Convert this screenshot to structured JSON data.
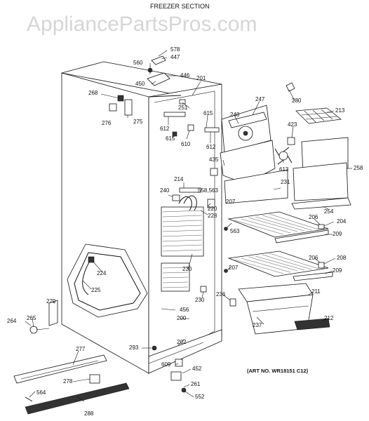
{
  "title": "FREEZER SECTION",
  "watermark": "AppliancePartsPros.com",
  "art_number": "(ART NO. WR18151 C12)",
  "labels": {
    "p578": "578",
    "p447": "447",
    "p560": "560",
    "p446": "446",
    "p450": "450",
    "p201": "201",
    "p268": "268",
    "p276": "276",
    "p275": "275",
    "p251": "251",
    "p612a": "612",
    "p615a": "615",
    "p610": "610",
    "p615b": "615",
    "p612b": "612",
    "p248": "248",
    "p247": "247",
    "p280": "280",
    "p213": "213",
    "p423": "423",
    "p613": "613",
    "p435": "435",
    "p258": "258",
    "p214": "214",
    "p240": "240",
    "p558": "558,563",
    "p231": "231",
    "p220": "220",
    "p228": "228",
    "p207a": "207",
    "p254": "254",
    "p206a": "206",
    "p204": "204",
    "p563": "563",
    "p209a": "209",
    "p224": "224",
    "p206b": "206",
    "p208": "208",
    "p230a": "230",
    "p207b": "207",
    "p209b": "209",
    "p225": "225",
    "p236": "236",
    "p211": "211",
    "p279": "279",
    "p230b": "230",
    "p456": "456",
    "p264": "264",
    "p265": "265",
    "p200": "200",
    "p237": "237",
    "p212": "212",
    "p202": "202",
    "p277": "277",
    "p293": "293",
    "p609": "609",
    "p452": "452",
    "p278": "278",
    "p564": "564",
    "p261": "261",
    "p552": "552",
    "p288": "288"
  }
}
